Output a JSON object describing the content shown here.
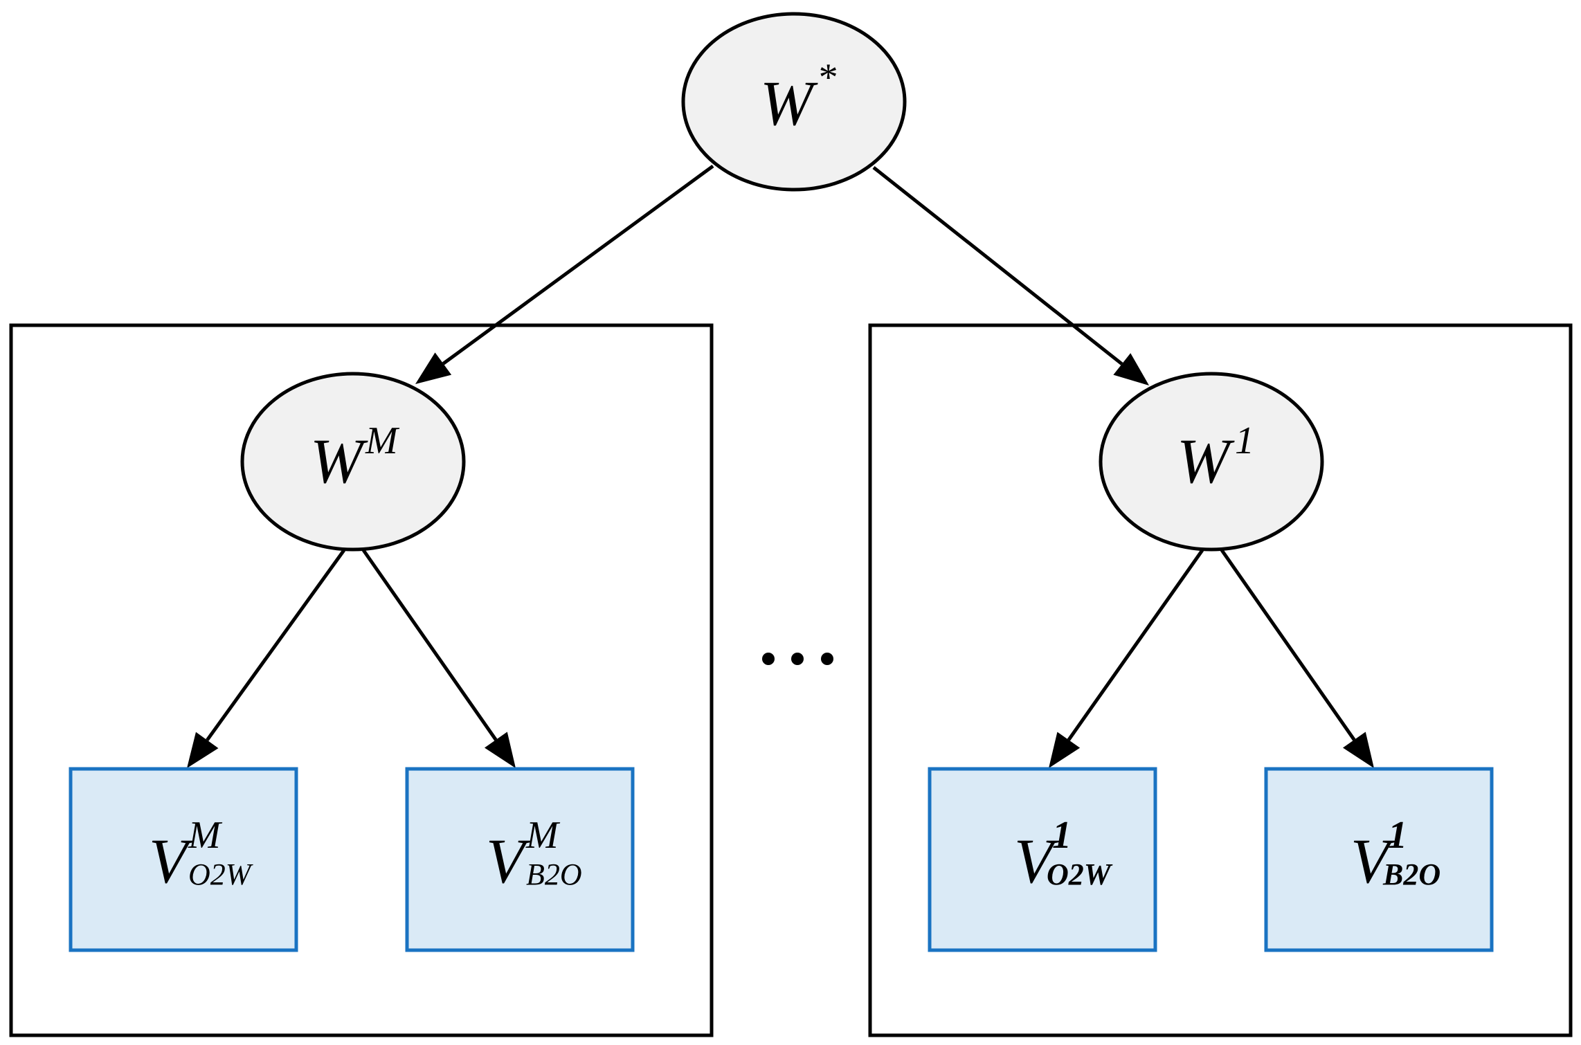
{
  "colors": {
    "node_fill": "#f1f1f1",
    "node_stroke": "#000000",
    "leaf_fill": "#daeaf6",
    "leaf_stroke": "#1a73c2",
    "edge": "#000000",
    "plate_stroke": "#000000"
  },
  "nodes": {
    "root": {
      "symbol": "W",
      "sup": "*"
    },
    "left_parent": {
      "symbol": "W",
      "sup": "M"
    },
    "right_parent": {
      "symbol": "W",
      "sup": "1"
    },
    "left_leaf_a": {
      "symbol": "V",
      "sup": "M",
      "sub": "O2W"
    },
    "left_leaf_b": {
      "symbol": "V",
      "sup": "M",
      "sub": "B2O"
    },
    "right_leaf_a": {
      "symbol": "V",
      "sup": "1",
      "sub": "O2W"
    },
    "right_leaf_b": {
      "symbol": "V",
      "sup": "1",
      "sub": "B2O"
    }
  },
  "ellipsis": "•••"
}
